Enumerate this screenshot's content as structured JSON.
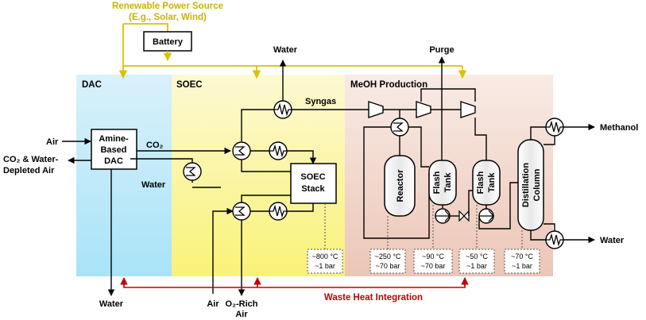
{
  "title": {
    "line1": "Renewable Power Source",
    "line2": "(E.g., Solar, Wind)"
  },
  "battery": "Battery",
  "sections": {
    "dac": "DAC",
    "soec": "SOEC",
    "meoh": "MeOH Production"
  },
  "units": {
    "amine1": "Amine-",
    "amine2": "Based",
    "amine3": "DAC",
    "stack1": "SOEC",
    "stack2": "Stack",
    "reactor": "Reactor",
    "flash1a": "Flash",
    "flash1b": "Tank",
    "flash2a": "Flash",
    "flash2b": "Tank",
    "dist1": "Distillation",
    "dist2": "Column"
  },
  "streams": {
    "air_in": "Air",
    "co2_depleted1": "CO₂ & Water-",
    "co2_depleted2": "Depleted Air",
    "co2": "CO₂",
    "water_soec": "Water",
    "water_top": "Water",
    "syngas": "Syngas",
    "purge": "Purge",
    "methanol": "Methanol",
    "water_out": "Water",
    "water_bottom": "Water",
    "air_bottom": "Air",
    "o2_rich1": "O₂-Rich",
    "o2_rich2": "Air"
  },
  "conditions": {
    "soec_t": "~800 °C",
    "soec_p": "~1 bar",
    "reactor_t": "~250 °C",
    "reactor_p": "~70 bar",
    "flash1_t": "~90 °C",
    "flash1_p": "~70 bar",
    "flash2_t": "~50 °C",
    "flash2_p": "~1 bar",
    "dist_t": "~70 °C",
    "dist_p": "~1 bar"
  },
  "waste_heat": "Waste Heat Integration",
  "colors": {
    "dac_bg": "#bfe8f7",
    "soec_bg": "#fbf5a8",
    "meoh_bg": "#f3d7cc",
    "power_line": "#d8c400",
    "heat_line": "#c00000"
  }
}
